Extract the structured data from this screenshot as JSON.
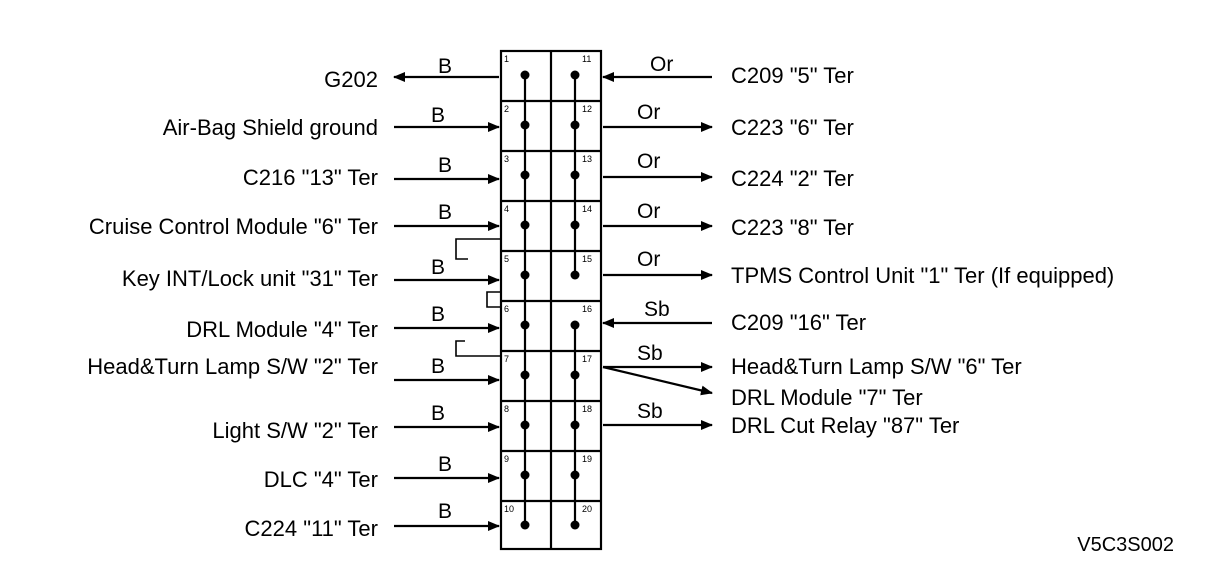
{
  "left_connections": [
    {
      "pin": "1",
      "label": "G202",
      "wire": "B",
      "dir": "out"
    },
    {
      "pin": "2",
      "label": "Air-Bag Shield ground",
      "wire": "B",
      "dir": "in"
    },
    {
      "pin": "3",
      "label": "C216 \"13\" Ter",
      "wire": "B",
      "dir": "in"
    },
    {
      "pin": "4",
      "label": "Cruise Control Module \"6\" Ter",
      "wire": "B",
      "dir": "in"
    },
    {
      "pin": "5",
      "label": "Key INT/Lock unit \"31\" Ter",
      "wire": "B",
      "dir": "in"
    },
    {
      "pin": "6",
      "label": "DRL Module \"4\" Ter",
      "wire": "B",
      "dir": "in"
    },
    {
      "pin": "7",
      "label": "Head&Turn Lamp S/W \"2\" Ter",
      "wire": "B",
      "dir": "in"
    },
    {
      "pin": "8",
      "label": "Light S/W \"2\" Ter",
      "wire": "B",
      "dir": "in"
    },
    {
      "pin": "9",
      "label": "DLC \"4\" Ter",
      "wire": "B",
      "dir": "in"
    },
    {
      "pin": "10",
      "label": "C224 \"11\" Ter",
      "wire": "B",
      "dir": "in"
    }
  ],
  "right_connections": [
    {
      "pin": "11",
      "label": "C209 \"5\" Ter",
      "wire": "Or",
      "dir": "in"
    },
    {
      "pin": "12",
      "label": "C223 \"6\" Ter",
      "wire": "Or",
      "dir": "out"
    },
    {
      "pin": "13",
      "label": "C224 \"2\" Ter",
      "wire": "Or",
      "dir": "out"
    },
    {
      "pin": "14",
      "label": "C223 \"8\" Ter",
      "wire": "Or",
      "dir": "out"
    },
    {
      "pin": "15",
      "label": "TPMS Control Unit \"1\" Ter (If equipped)",
      "wire": "Or",
      "dir": "out"
    },
    {
      "pin": "16",
      "label": "C209 \"16\" Ter",
      "wire": "Sb",
      "dir": "in"
    },
    {
      "pin": "17",
      "label": "Head&Turn Lamp S/W \"6\" Ter",
      "wire": "Sb",
      "dir": "out"
    },
    {
      "pin": "17",
      "label": "DRL Module \"7\" Ter",
      "wire": "",
      "dir": "out"
    },
    {
      "pin": "18",
      "label": "DRL Cut Relay \"87\" Ter",
      "wire": "Sb",
      "dir": "out"
    }
  ],
  "right_pins_extra": [
    "19",
    "20"
  ],
  "reference_code": "V5C3S002"
}
